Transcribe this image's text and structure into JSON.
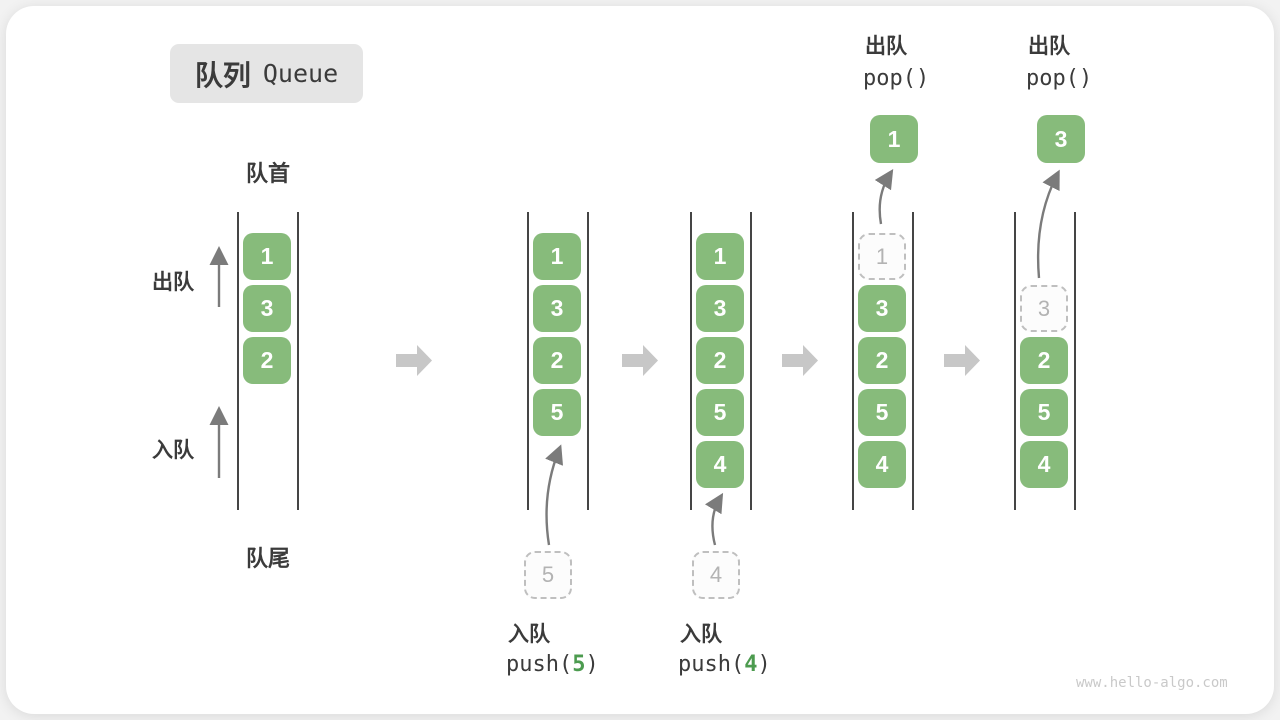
{
  "title": {
    "badge_zh": "队列",
    "badge_en": "Queue"
  },
  "labels": {
    "front": "队首",
    "rear": "队尾",
    "dequeue": "出队",
    "enqueue": "入队"
  },
  "colors": {
    "item_green": "#87BB7B",
    "code_arg_green": "#4C9B4F",
    "step_arrow_gray": "#C7C7C7",
    "badge_bg": "#E5E5E5"
  },
  "states": [
    {
      "items": [
        "1",
        "3",
        "2"
      ]
    },
    {
      "items": [
        "1",
        "3",
        "2",
        "5"
      ],
      "incoming": "5",
      "op": {
        "action": "入队",
        "fn": "push(",
        "arg": "5",
        "close": ")"
      }
    },
    {
      "items": [
        "1",
        "3",
        "2",
        "5",
        "4"
      ],
      "incoming": "4",
      "op": {
        "action": "入队",
        "fn": "push(",
        "arg": "4",
        "close": ")"
      }
    },
    {
      "items": [
        "3",
        "2",
        "5",
        "4"
      ],
      "ghost": "1",
      "popped": "1",
      "op": {
        "action": "出队",
        "code": "pop()"
      }
    },
    {
      "items": [
        "2",
        "5",
        "4"
      ],
      "ghost": "3",
      "popped": "3",
      "op": {
        "action": "出队",
        "code": "pop()"
      }
    }
  ],
  "watermark": "www.hello-algo.com"
}
